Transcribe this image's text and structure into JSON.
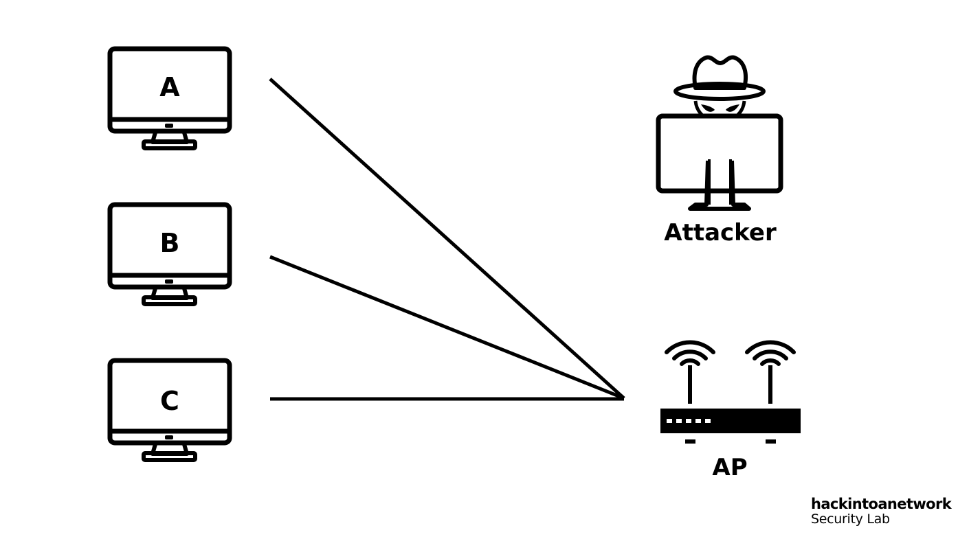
{
  "diagram": {
    "hosts": [
      {
        "id": "a",
        "label": "A"
      },
      {
        "id": "b",
        "label": "B"
      },
      {
        "id": "c",
        "label": "C"
      }
    ],
    "attacker": {
      "label": "Attacker"
    },
    "access_point": {
      "label": "AP"
    },
    "connections": [
      {
        "from": "A",
        "to": "AP"
      },
      {
        "from": "B",
        "to": "AP"
      },
      {
        "from": "C",
        "to": "AP"
      }
    ]
  },
  "brand": {
    "name": "hackintoanetwork",
    "subtitle": "Security Lab"
  },
  "colors": {
    "stroke": "#000000",
    "background": "#ffffff"
  }
}
